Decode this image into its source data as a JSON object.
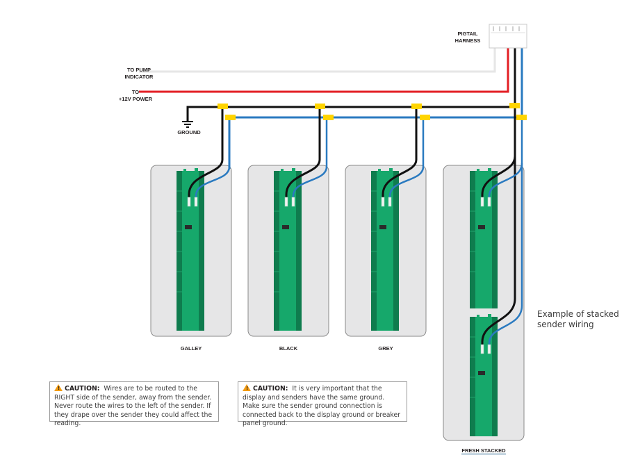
{
  "harness": {
    "label_line1": "PIGTAIL",
    "label_line2": "HARNESS"
  },
  "wires": {
    "pump": {
      "label_line1": "TO PUMP",
      "label_line2": "INDICATOR",
      "color": "#e6e6e6"
    },
    "power": {
      "label_line1": "TO",
      "label_line2": "+12V POWER",
      "color": "#e31e24"
    },
    "ground": {
      "label": "GROUND",
      "color": "#111111"
    },
    "signal": {
      "color": "#2a7ac0"
    },
    "splice_color": "#ffd400"
  },
  "senders": [
    {
      "name": "GALLEY",
      "stacked": false
    },
    {
      "name": "BLACK",
      "stacked": false
    },
    {
      "name": "GREY",
      "stacked": false
    },
    {
      "name": "FRESH STACKED",
      "stacked": true
    }
  ],
  "colors": {
    "sender_green": "#16a86b",
    "sender_dark": "#0f7c4e",
    "panel_bg": "#e6e6e7"
  },
  "example_note": {
    "line1": "Example of stacked",
    "line2": "sender wiring"
  },
  "cautions": [
    {
      "title": "CAUTION:",
      "text": "Wires are to be routed to the RIGHT side of the sender, away from the sender. Never route the wires to the left of the sender. If they drape over the sender they could affect the reading."
    },
    {
      "title": "CAUTION:",
      "text": "It is very important that the display and senders have the same ground. Make sure the sender ground connection is connected back to the display ground or breaker panel ground."
    }
  ]
}
